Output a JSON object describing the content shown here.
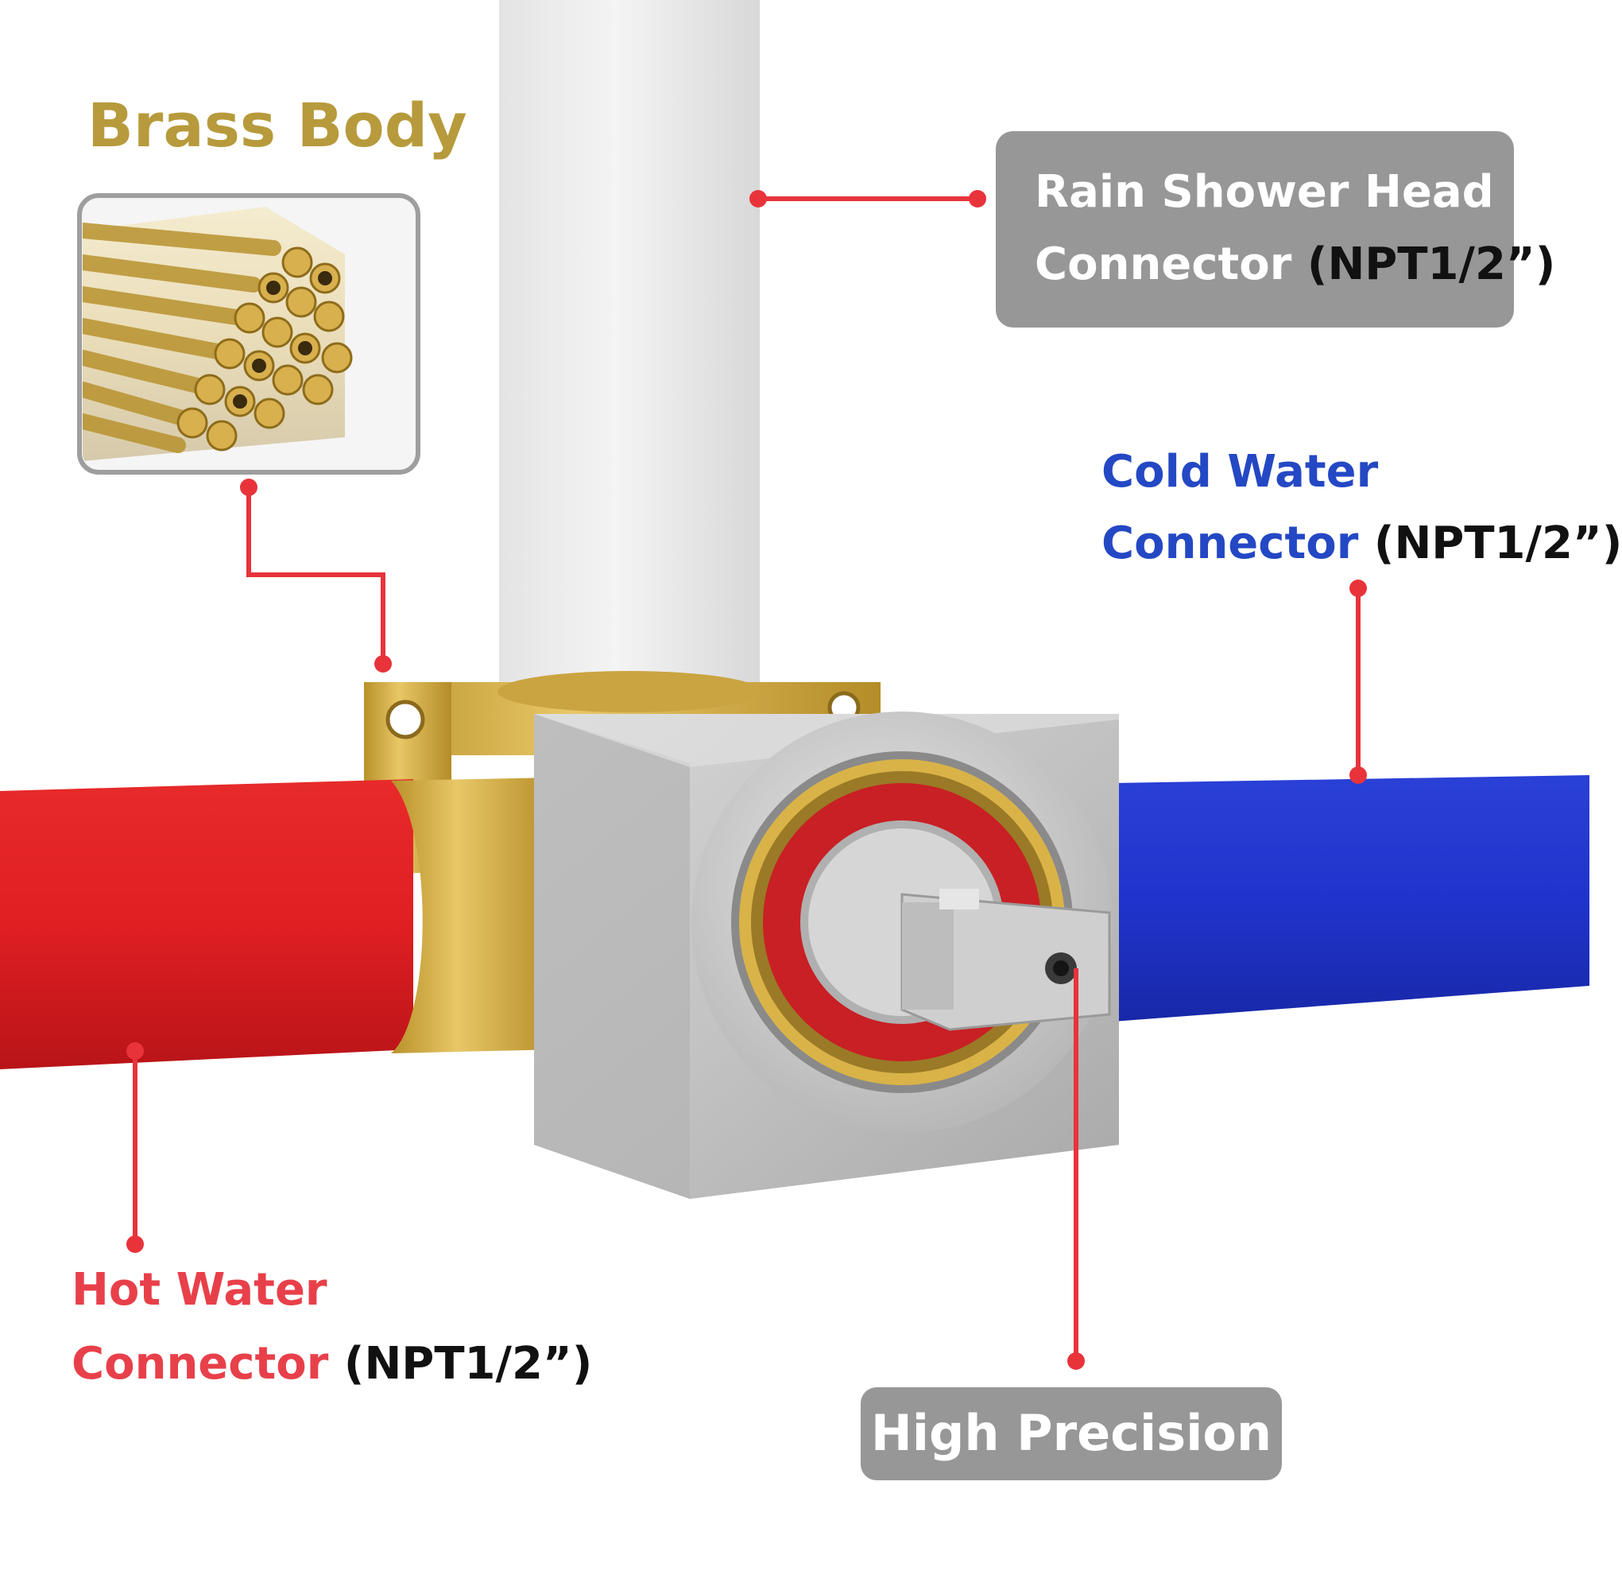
{
  "colors": {
    "callout_line": "#e8333b",
    "brass_text": "#b79a3c",
    "cold_text": "#2448c4",
    "hot_text": "#e8404a",
    "label_box": "#979797",
    "label_box_text": "#ffffff",
    "spec_text": "#111111"
  },
  "brass_body": {
    "title": "Brass Body",
    "image_icon": "brass-rods-photo"
  },
  "rain_shower": {
    "line1": "Rain Shower Head",
    "line2": "Connector",
    "spec": "(NPT1/2”)"
  },
  "cold_water": {
    "line1": "Cold Water",
    "line2": "Connector",
    "spec": "(NPT1/2”)"
  },
  "hot_water": {
    "line1": "Hot Water",
    "line2": "Connector",
    "spec": "(NPT1/2”)"
  },
  "precision": {
    "label": "High Precision"
  }
}
